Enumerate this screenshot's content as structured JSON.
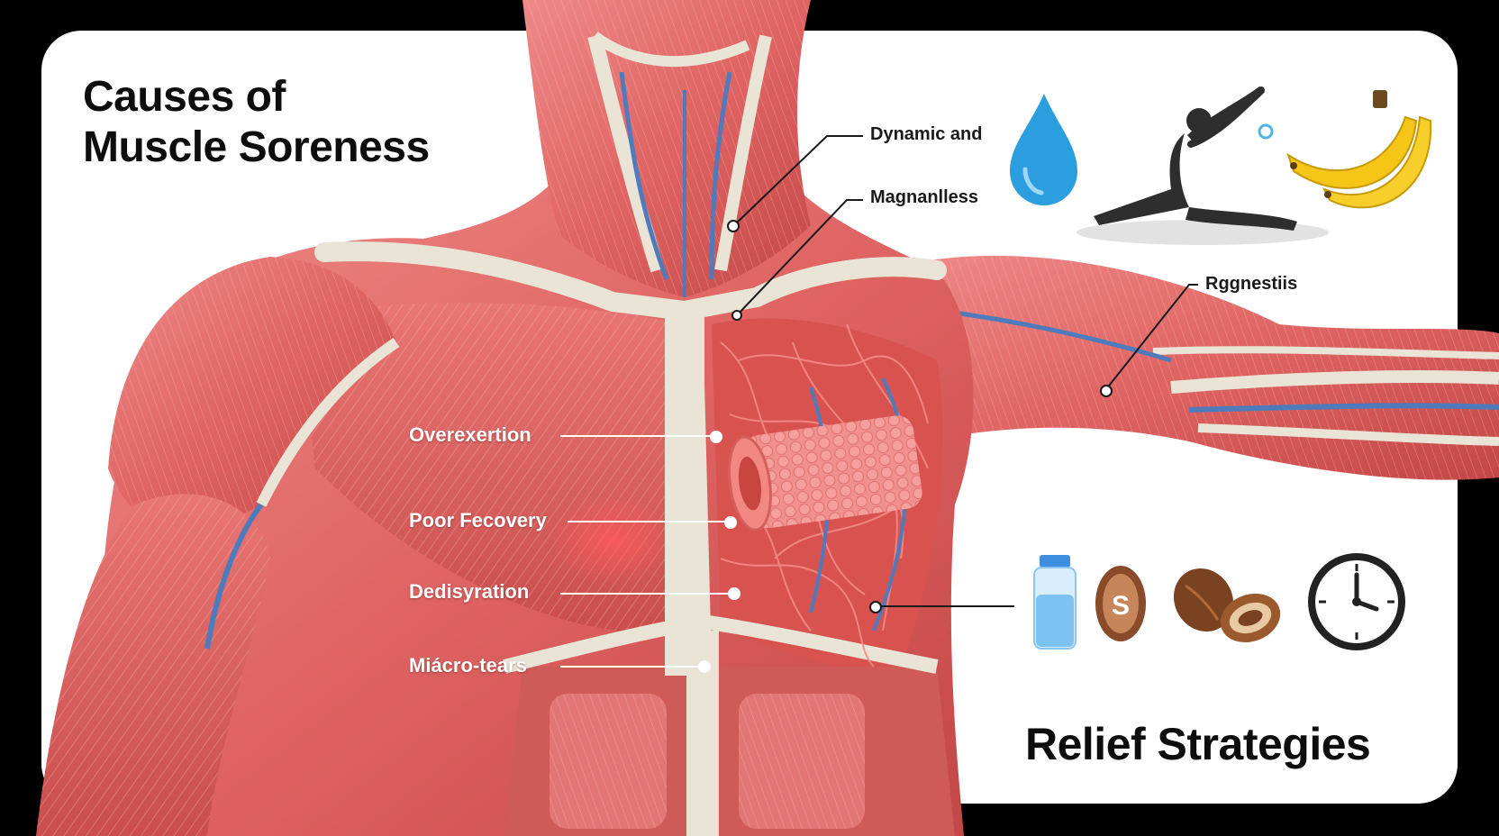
{
  "headings": {
    "causes": [
      "Causes of",
      "Muscle Soreness"
    ],
    "relief": "Relief Strategies"
  },
  "cause_labels": [
    {
      "key": "overexertion",
      "text": "Overexertion"
    },
    {
      "key": "poor-recovery",
      "text": "Poor Fecovery"
    },
    {
      "key": "dehydration",
      "text": "Dedisyration"
    },
    {
      "key": "micro-tears",
      "text": "Miácro-tears"
    }
  ],
  "relief_labels": [
    {
      "key": "dynamic",
      "text": "Dynamic and"
    },
    {
      "key": "magnesium",
      "text": "Magnanlless"
    },
    {
      "key": "rest",
      "text": "Rggnestiis"
    }
  ],
  "icons": [
    "water-drop-icon",
    "stretching-figure-icon",
    "banana-icon",
    "water-bottle-icon",
    "supplement-icon",
    "nuts-icon",
    "clock-icon"
  ],
  "colors": {
    "muscle": "#e26a6a",
    "muscle_dark": "#b8403f",
    "tendon": "#e9e4d6",
    "vein": "#4f7bbd",
    "background": "#000000",
    "card": "#ffffff"
  }
}
